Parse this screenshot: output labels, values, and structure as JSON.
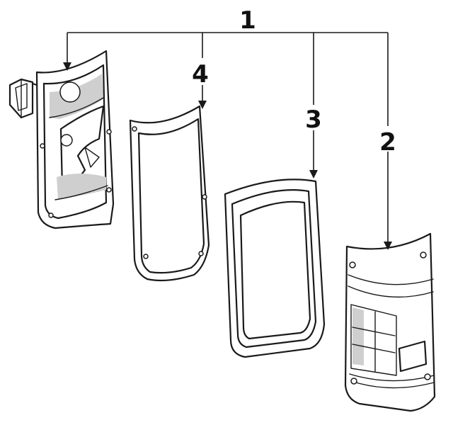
{
  "callouts": [
    {
      "id": "1",
      "text": "1"
    },
    {
      "id": "2",
      "text": "2"
    },
    {
      "id": "3",
      "text": "3"
    },
    {
      "id": "4",
      "text": "4"
    }
  ],
  "colors": {
    "line": "#1a1a1a",
    "background": "#ffffff",
    "shade": "#cfcfcf"
  }
}
